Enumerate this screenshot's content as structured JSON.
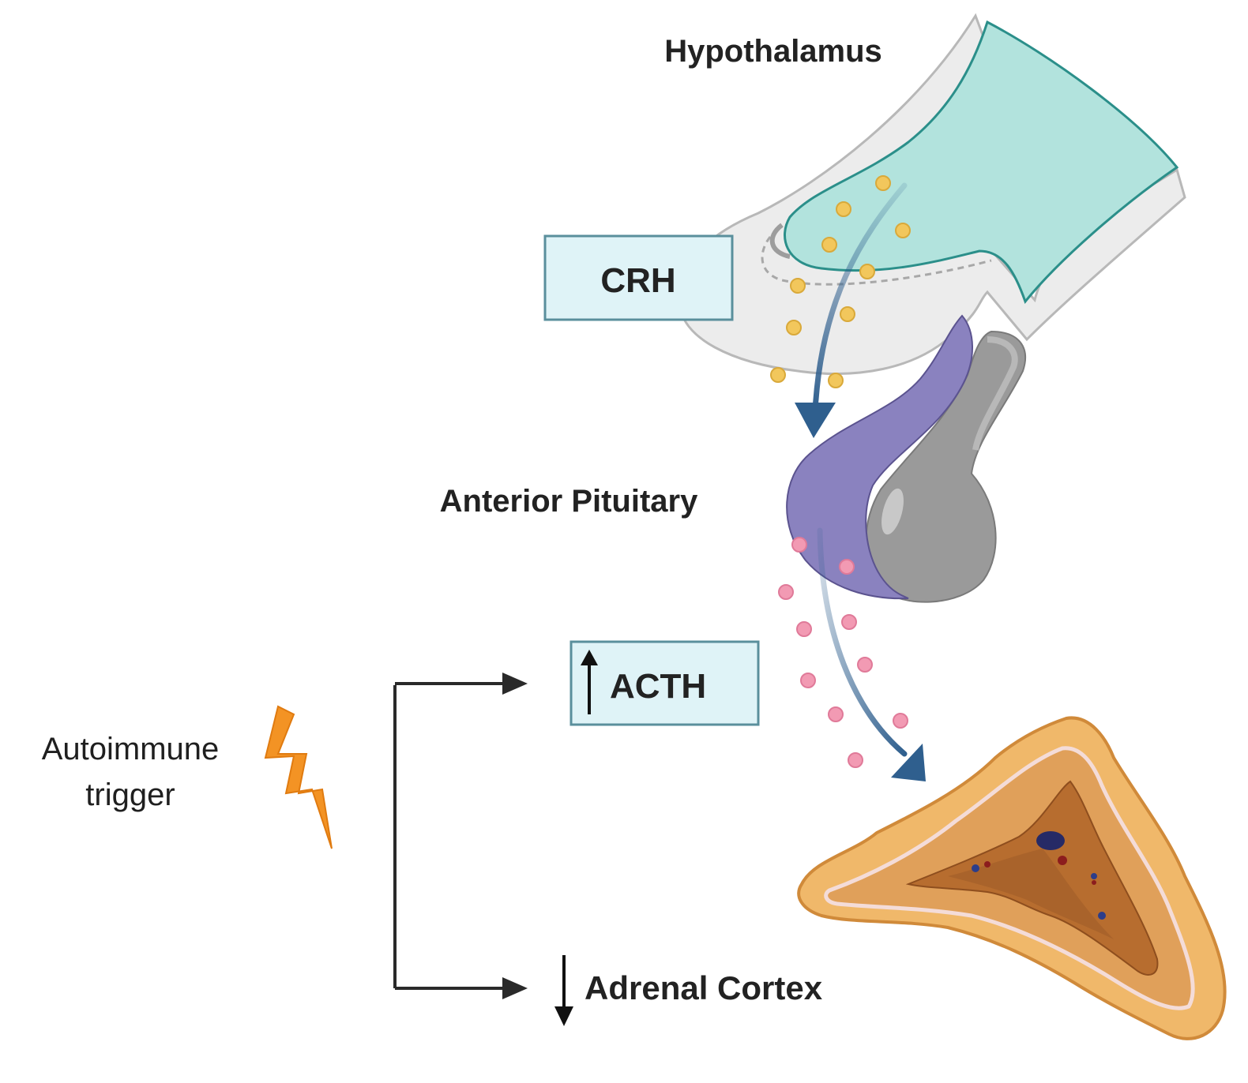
{
  "labels": {
    "hypothalamus": "Hypothalamus",
    "crh": "CRH",
    "anterior_pituitary": "Anterior Pituitary",
    "acth": "ACTH",
    "autoimmune_line1": "Autoimmune",
    "autoimmune_line2": "trigger",
    "adrenal_cortex": "Adrenal Cortex"
  },
  "colors": {
    "hypothalamus_fill": "#b2e3dd",
    "hypothalamus_stroke": "#2b8f8a",
    "stalk_fill": "#ececec",
    "crh_particle": "#f2c75c",
    "acth_particle": "#f29ab3",
    "pituitary_anterior": "#8a82bf",
    "pituitary_posterior": "#9a9a9a",
    "flow_arrow": "#2f5f8e",
    "label_box_fill": "#dff3f7",
    "label_box_stroke": "#5a8f9c",
    "lightning": "#f39324",
    "adrenal_outer": "#f0b86a",
    "adrenal_cortex": "#e0a05a",
    "adrenal_medulla": "#b76d2f",
    "connector": "#2a2a2a"
  },
  "icons": {
    "trigger": "lightning-bolt-icon",
    "acth_change": "arrow-up-icon",
    "adrenal_change": "arrow-down-icon"
  }
}
